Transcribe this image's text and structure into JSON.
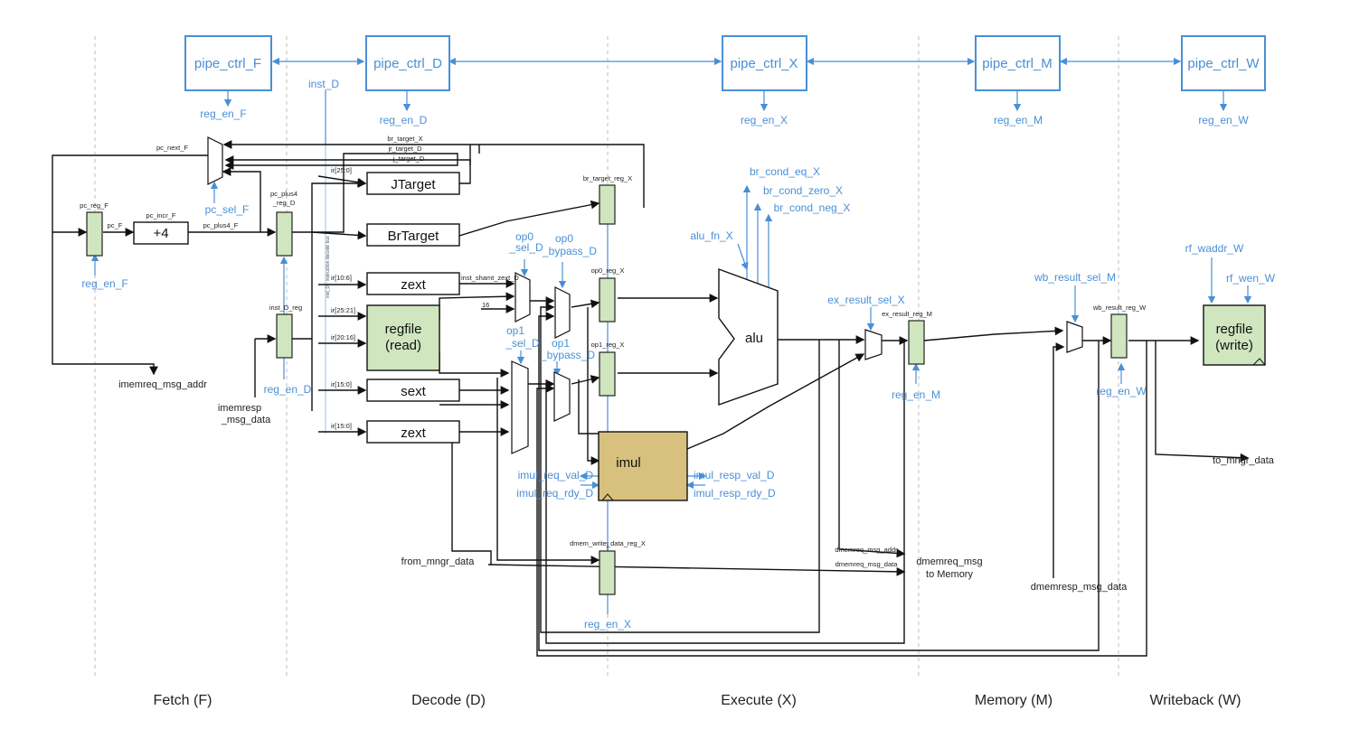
{
  "stages": [
    "Fetch (F)",
    "Decode (D)",
    "Execute (X)",
    "Memory (M)",
    "Writeback (W)"
  ],
  "pipe_ctrl": [
    "pipe_ctrl_F",
    "pipe_ctrl_D",
    "pipe_ctrl_X",
    "pipe_ctrl_M",
    "pipe_ctrl_W"
  ],
  "reg_en": {
    "F_top": "reg_en_F",
    "D_top": "reg_en_D",
    "X_top": "reg_en_X",
    "M_top": "reg_en_M",
    "W_top": "reg_en_W",
    "F_bot": "reg_en_F",
    "D_bot": "reg_en_D",
    "X_bot": "reg_en_X",
    "M_bot": "reg_en_M",
    "W_bot": "reg_en_W"
  },
  "blocks": {
    "jtarget": "JTarget",
    "brtarget": "BrTarget",
    "zext1": "zext",
    "sext": "sext",
    "zext2": "zext",
    "regfile_read_1": "regfile",
    "regfile_read_2": "(read)",
    "regfile_write_1": "regfile",
    "regfile_write_2": "(write)",
    "alu": "alu",
    "imul": "imul",
    "plus4": "+4"
  },
  "control": {
    "pc_sel_F": "pc_sel_F",
    "inst_D": "inst_D",
    "op0_sel_D_1": "op0",
    "op0_sel_D_2": "_sel_D",
    "op0_bypass_D_1": "op0",
    "op0_bypass_D_2": "_bypass_D",
    "op1_sel_D_1": "op1",
    "op1_sel_D_2": "_sel_D",
    "op1_bypass_D_1": "op1",
    "op1_bypass_D_2": "_bypass_D",
    "alu_fn_X": "alu_fn_X",
    "br_cond_eq_X": "br_cond_eq_X",
    "br_cond_zero_X": "br_cond_zero_X",
    "br_cond_neg_X": "br_cond_neg_X",
    "ex_result_sel_X": "ex_result_sel_X",
    "wb_result_sel_M": "wb_result_sel_M",
    "rf_waddr_W": "rf_waddr_W",
    "rf_wen_W": "rf_wen_W",
    "imul_req_val_D": "imul_req_val_D",
    "imul_req_rdy_D": "imul_req_rdy_D",
    "imul_resp_val_D": "imul_resp_val_D",
    "imul_resp_rdy_D": "imul_resp_rdy_D"
  },
  "signals": {
    "imemreq_msg_addr": "imemreq_msg_addr",
    "imemresp_1": "imemresp",
    "imemresp_2": "_msg_data",
    "from_mngr_data": "from_mngr_data",
    "to_mngr_data": "to_mngr_data",
    "dmemreq_1": "dmemreq_msg",
    "dmemreq_2": "to Memory",
    "dmemresp_msg_data": "dmemresp_msg_data"
  },
  "small_labels": {
    "pc_next_F": "pc_next_F",
    "pc_reg_F": "pc_reg_F",
    "pc_F": "pc_F",
    "pc_incr_F": "pc_incr_F",
    "pc_plus4_F": "pc_plus4_F",
    "pc_plus4_reg_D_1": "pc_plus4",
    "pc_plus4_reg_D_2": "_reg_D",
    "inst_D_reg": "inst_D_reg",
    "br_target_X": "br_target_X",
    "jr_target_D": "jr_target_D",
    "j_target_D": "j_target_D",
    "ir25_0": "ir[25:0]",
    "ir10_6": "ir[10:6]",
    "ir25_21": "ir[25:21]",
    "ir20_16": "ir[20:16]",
    "ir15_0a": "ir[15:0]",
    "ir15_0b": "ir[15:0]",
    "inst_shamt_zext_D": "inst_shamt_zext_D",
    "c16": "16",
    "br_target_reg_X": "br_target_reg_X",
    "op0_reg_X": "op0_reg_X",
    "op1_reg_X": "op1_reg_X",
    "dmem_write_data_reg_X": "dmem_write_data_reg_X",
    "ex_result_reg_M": "ex_result_reg_M",
    "wb_result_reg_W": "wb_result_reg_W",
    "dmemreq_msg_addr": "dmemreq_msg_addr",
    "dmemreq_msg_data": "dmemreq_msg_data"
  },
  "colors": {
    "control": "#4a8fd6",
    "register": "#cfe6bf",
    "imul": "#d8c17e",
    "wire": "#111111"
  }
}
